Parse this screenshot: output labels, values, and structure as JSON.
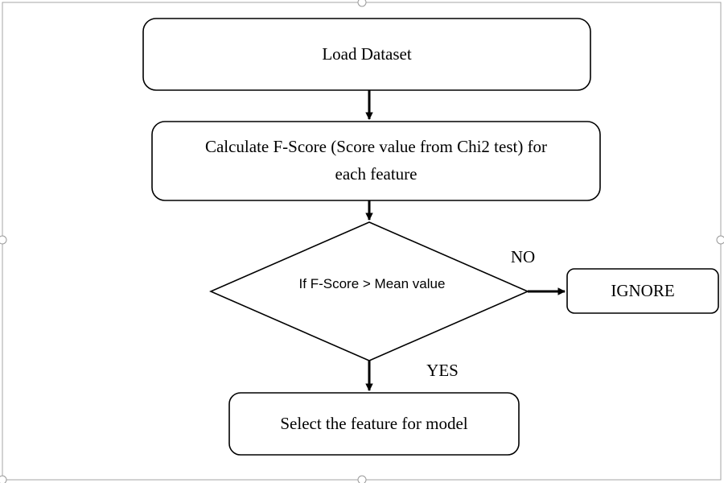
{
  "nodes": {
    "load_dataset": "Load Dataset",
    "calculate_fscore_line1": "Calculate F-Score (Score value from Chi2 test) for",
    "calculate_fscore_line2": "each feature",
    "decision": "If F-Score > Mean value",
    "ignore": "IGNORE",
    "select_feature": "Select the feature for model"
  },
  "edges": {
    "no_label": "NO",
    "yes_label": "YES"
  },
  "colors": {
    "stroke": "#000000",
    "frame": "#a6a6a6",
    "background": "#ffffff"
  }
}
